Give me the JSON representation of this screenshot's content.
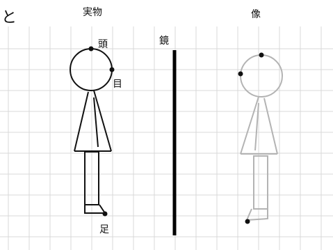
{
  "corner_char": "と",
  "titles": {
    "object": "実物",
    "image": "像"
  },
  "labels": {
    "mirror": "鏡",
    "head": "頭",
    "eye": "目",
    "foot": "足"
  },
  "colors": {
    "grid": "#d9d9d9",
    "object_stroke": "#111111",
    "image_stroke": "#b3b3b3",
    "mirror": "#000000",
    "point": "#111111"
  }
}
